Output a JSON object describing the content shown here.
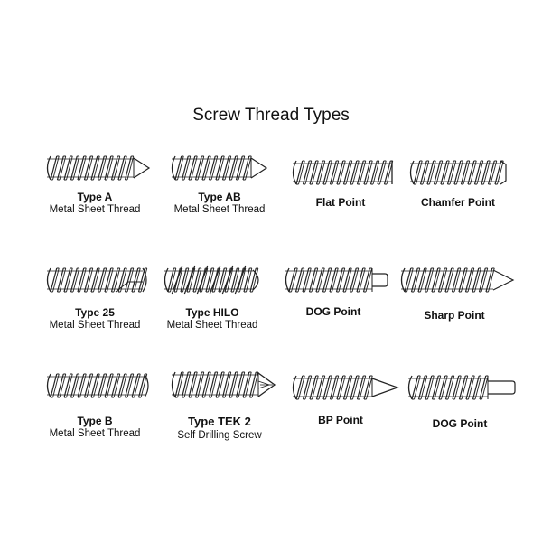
{
  "title": "Screw Thread Types",
  "items": [
    {
      "name": "Type A",
      "sub": "Metal Sheet Thread"
    },
    {
      "name": "Type AB",
      "sub": "Metal Sheet Thread"
    },
    {
      "name": "Flat Point",
      "sub": ""
    },
    {
      "name": "Chamfer Point",
      "sub": ""
    },
    {
      "name": "Type 25",
      "sub": "Metal Sheet Thread"
    },
    {
      "name": "Type HILO",
      "sub": "Metal Sheet Thread"
    },
    {
      "name": "DOG Point",
      "sub": ""
    },
    {
      "name": "Sharp Point",
      "sub": ""
    },
    {
      "name": "Type B",
      "sub": "Metal Sheet Thread"
    },
    {
      "name": "Type TEK 2",
      "sub": "Self Drilling Screw"
    },
    {
      "name": "BP Point",
      "sub": ""
    },
    {
      "name": "DOG Point",
      "sub": ""
    }
  ],
  "styles": {
    "ink": "#222222"
  }
}
